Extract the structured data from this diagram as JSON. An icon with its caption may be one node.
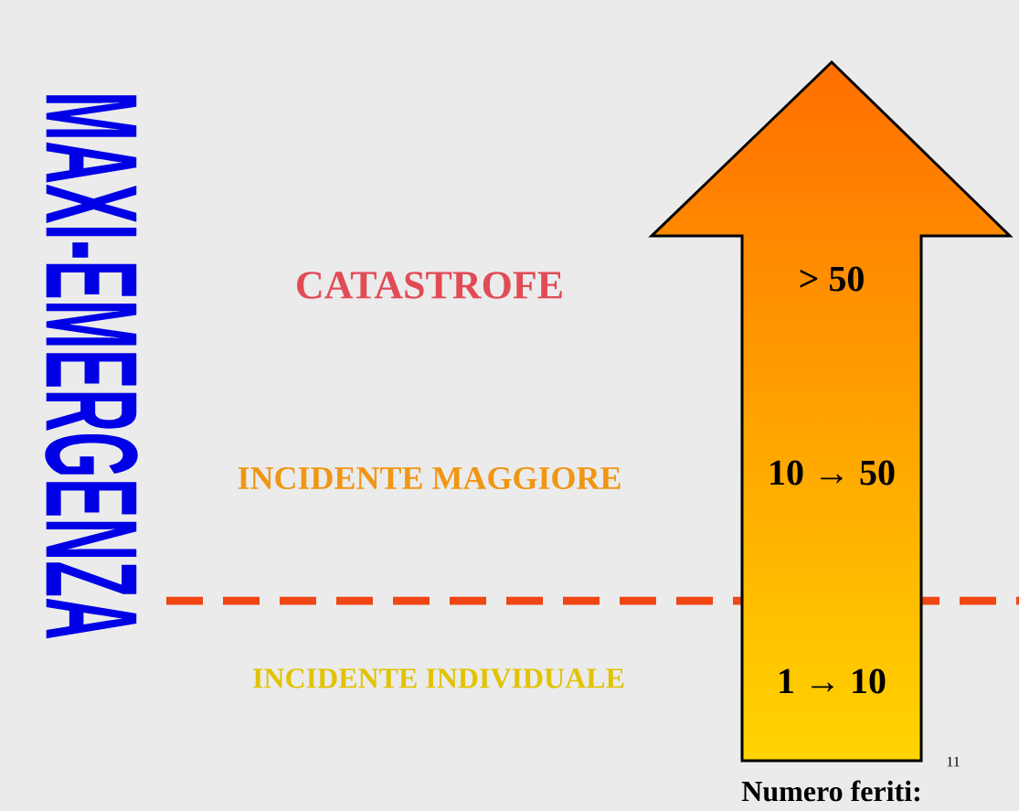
{
  "diagram": {
    "nodes": [
      {
        "text": [
          "> 50",
          "10 → 50",
          "1 → 10"
        ],
        "beside": [
          "Numero feriti:"
        ]
      }
    ],
    "labels": [
      "MAXI-EMERGENZA",
      "CATASTROFE",
      "INCIDENTE MAGGIORE",
      "INCIDENTE INDIVIDUALE",
      "11"
    ]
  }
}
